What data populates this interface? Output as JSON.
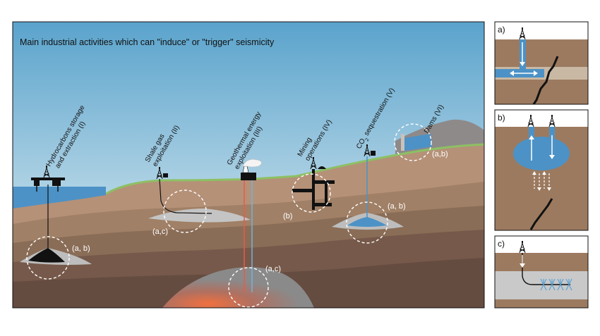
{
  "title": "Main industrial activities which can \"induce\" or \"trigger\" seismicity",
  "activities": [
    {
      "line1": "Hydrocarbons storage",
      "line2": "and extraction (I)",
      "mechanisms": "(a, b)"
    },
    {
      "line1": "Shale gas",
      "line2": "exploitation (II)",
      "mechanisms": "(a,c)"
    },
    {
      "line1": "Geothermal energy",
      "line2": "exploitation (III)",
      "mechanisms": "(a,c)"
    },
    {
      "line1": "Mining",
      "line2": "operations (IV)",
      "mechanisms": "(b)"
    },
    {
      "line1": "CO",
      "sub": "2",
      "line2": " sequestration (V)",
      "mechanisms": "(a, b)"
    },
    {
      "line1": "Dams (VI)",
      "mechanisms": "(a,b)"
    }
  ],
  "panels": [
    {
      "label": "a)"
    },
    {
      "label": "b)"
    },
    {
      "label": "c)"
    }
  ],
  "colors": {
    "sky_top": "#5aa3cc",
    "sky_bottom": "#eef5f8",
    "water": "#4c92c6",
    "grass": "#8dc064",
    "soil_light": "#ba9374",
    "soil_mid": "#9c7a5f",
    "soil_dark": "#7f6250",
    "soil_deep": "#6a5142",
    "reservoir": "#c9c9c9",
    "magma": "#e0663a"
  }
}
